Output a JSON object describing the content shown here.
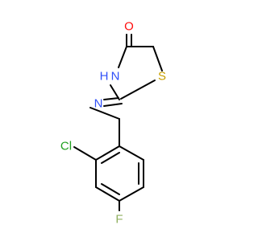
{
  "molecule": {
    "atoms": {
      "oxygen": {
        "label": "O",
        "color": "#ff0d0d"
      },
      "nitrogen_ring": {
        "label": "N",
        "color": "#3050f8"
      },
      "hydrogen": {
        "label": "H",
        "color": "#3050f8"
      },
      "sulfur": {
        "label": "S",
        "color": "#c8a000"
      },
      "nitrogen_imine": {
        "label": "N",
        "color": "#3050f8"
      },
      "chlorine": {
        "label": "Cl",
        "color": "#1fa01f"
      },
      "fluorine": {
        "label": "F",
        "color": "#90b060"
      }
    },
    "bond_color": "#000000",
    "background": "#ffffff"
  }
}
